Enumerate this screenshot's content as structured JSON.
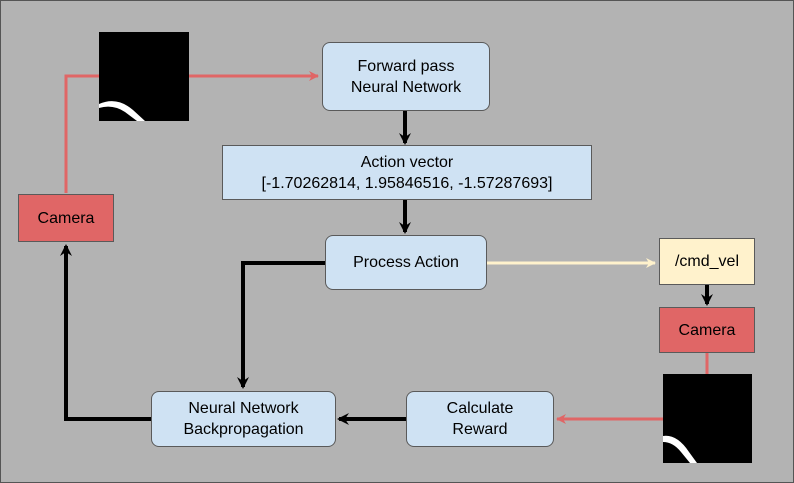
{
  "nodes": {
    "forward_pass": "Forward pass\nNeural Network",
    "action_vector": "Action vector\n[-1.70262814, 1.95846516, -1.57287693]",
    "process_action": "Process Action",
    "cmd_vel": "/cmd_vel",
    "camera_left": "Camera",
    "camera_right": "Camera",
    "backprop": "Neural Network\nBackpropagation",
    "calculate_reward": "Calculate\nReward"
  },
  "colors": {
    "background": "#b3b3b3",
    "process_node": "#cfe2f3",
    "camera_node": "#e06666",
    "topic_node": "#fff2cc",
    "image_arrow": "#e06666",
    "topic_arrow": "#fff2cc",
    "control_arrow": "#000000"
  },
  "icons": {
    "camera_frame": "camera-frame-thumbnail-icon"
  }
}
